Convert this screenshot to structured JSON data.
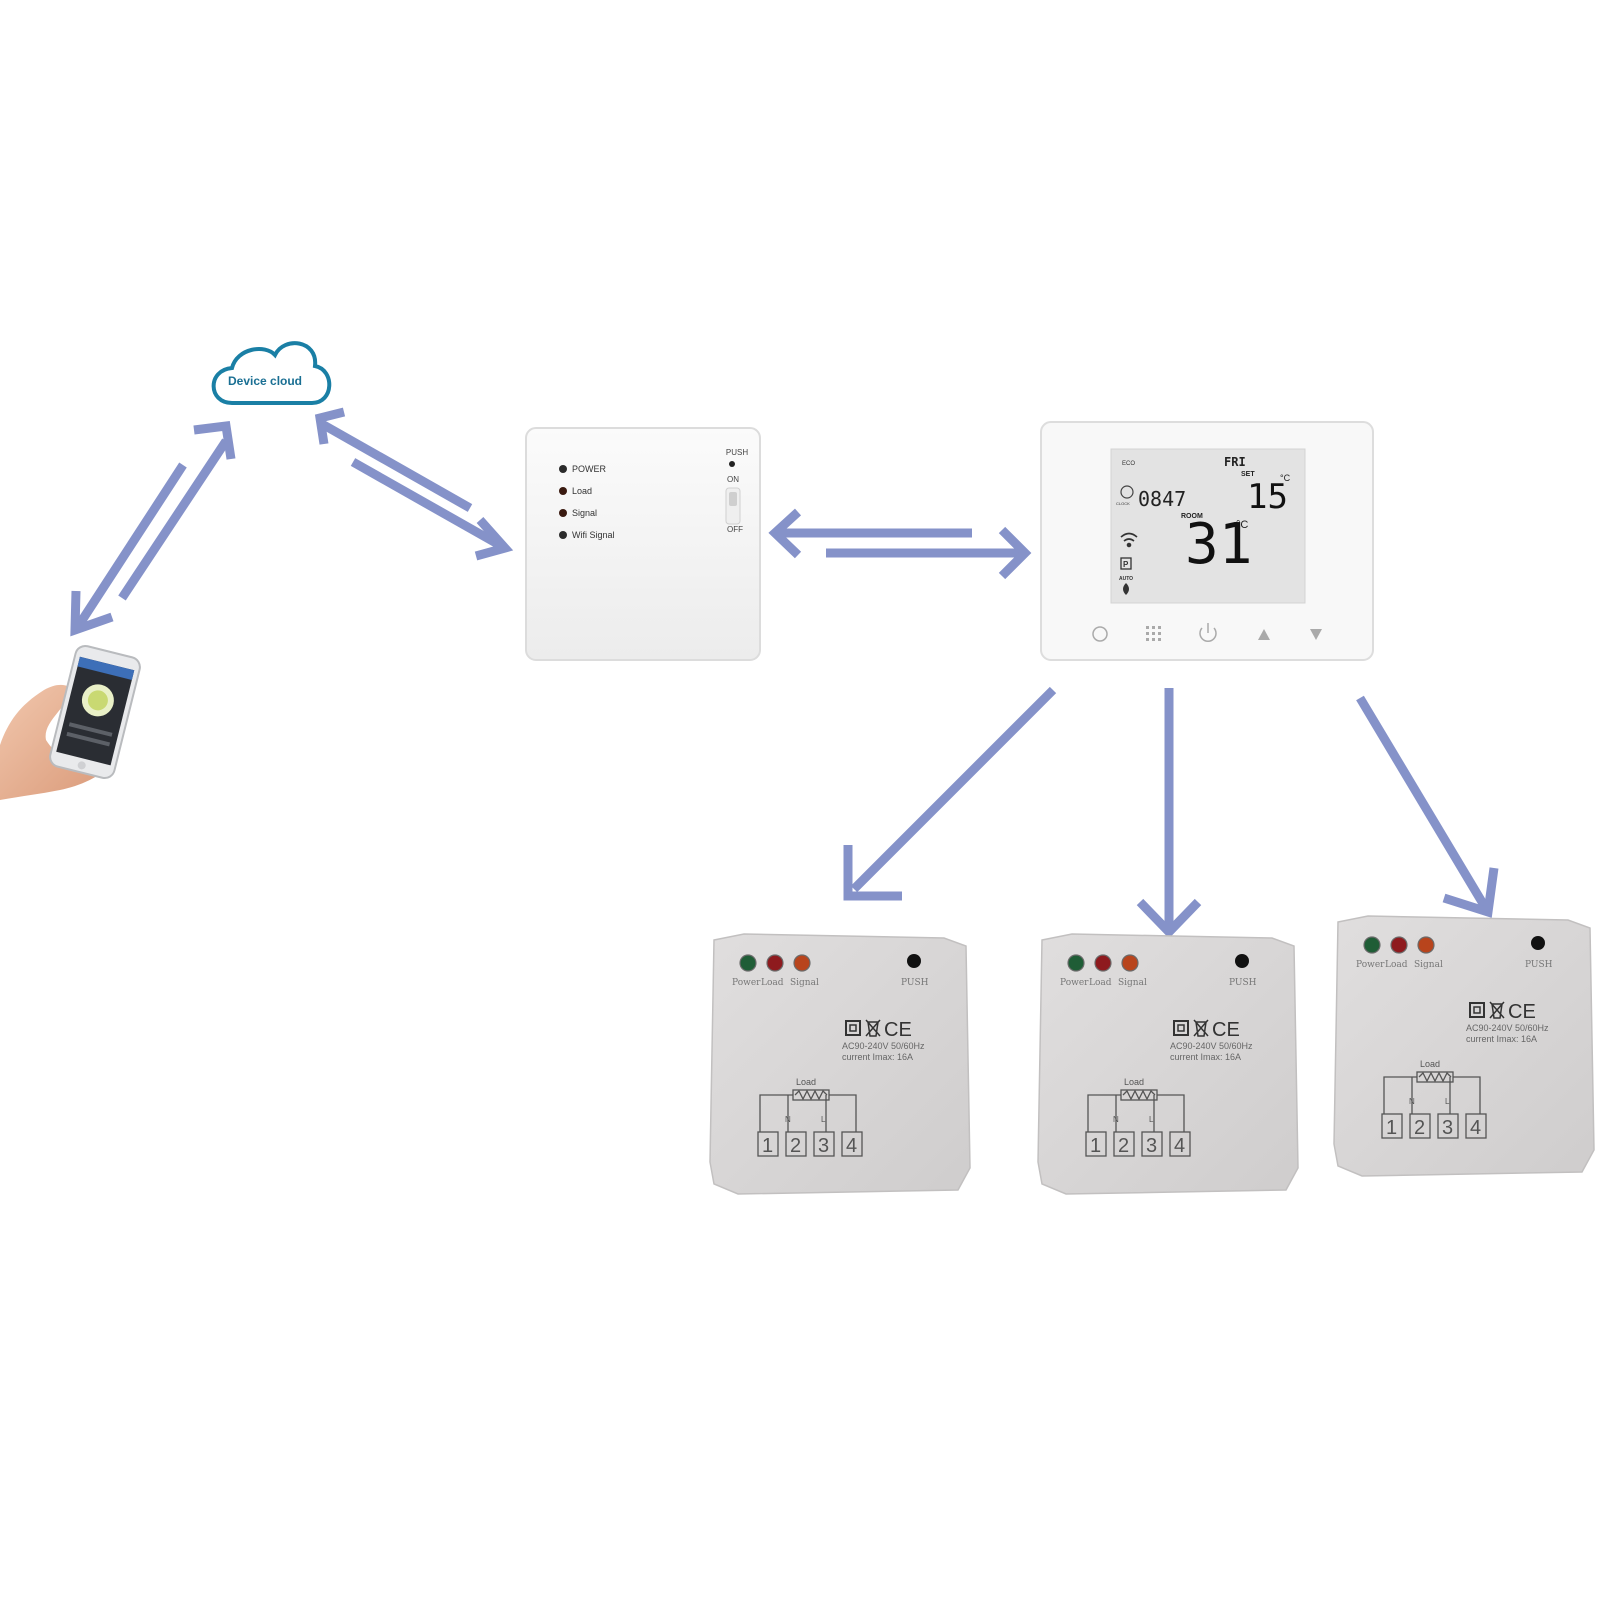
{
  "colors": {
    "arrow": "#8592c9",
    "cloud_stroke": "#1a7fa5",
    "cloud_text": "#1a6f93",
    "device_white": "#f7f7f7",
    "device_grey": "#d8d6d6",
    "lcd": "#e4e4e4",
    "led_green": "#1f5d36",
    "led_red": "#8e1a1e",
    "led_orange": "#b8441c"
  },
  "cloud": {
    "label": "Device cloud",
    "icon": "cloud-icon"
  },
  "phone": {
    "icon": "smartphone-in-hand-icon"
  },
  "gateway": {
    "leds": [
      "POWER",
      "Load",
      "Signal",
      "Wifi Signal"
    ],
    "push_label": "PUSH",
    "on_label": "ON",
    "off_label": "OFF"
  },
  "thermostat": {
    "day": "FRI",
    "set_label": "SET",
    "set_temp": "15",
    "set_unit": "°C",
    "clock_time": "0847",
    "clock_label": "CLOCK",
    "room_label": "ROOM",
    "room_temp": "31",
    "room_unit": "°C",
    "mode_label": "AUTO",
    "top_indicator": "ECO",
    "buttons": [
      "clock-icon",
      "menu-grid-icon",
      "power-icon",
      "up-arrow-icon",
      "down-arrow-icon"
    ]
  },
  "receivers": [
    {
      "led_labels": [
        "Power",
        "Load",
        "Signal"
      ],
      "push_label": "PUSH",
      "cert_line1": "AC90-240V 50/60Hz",
      "cert_line2": "current Imax:  16A",
      "load_label": "Load",
      "terminals": [
        "1",
        "2",
        "3",
        "4"
      ],
      "terminal_marks": [
        "N",
        "L"
      ]
    },
    {
      "led_labels": [
        "Power",
        "Load",
        "Signal"
      ],
      "push_label": "PUSH",
      "cert_line1": "AC90-240V 50/60Hz",
      "cert_line2": "current Imax:  16A",
      "load_label": "Load",
      "terminals": [
        "1",
        "2",
        "3",
        "4"
      ],
      "terminal_marks": [
        "N",
        "L"
      ]
    },
    {
      "led_labels": [
        "Power",
        "Load",
        "Signal"
      ],
      "push_label": "PUSH",
      "cert_line1": "AC90-240V 50/60Hz",
      "cert_line2": "current Imax:  16A",
      "load_label": "Load",
      "terminals": [
        "1",
        "2",
        "3",
        "4"
      ],
      "terminal_marks": [
        "N",
        "L"
      ]
    }
  ]
}
